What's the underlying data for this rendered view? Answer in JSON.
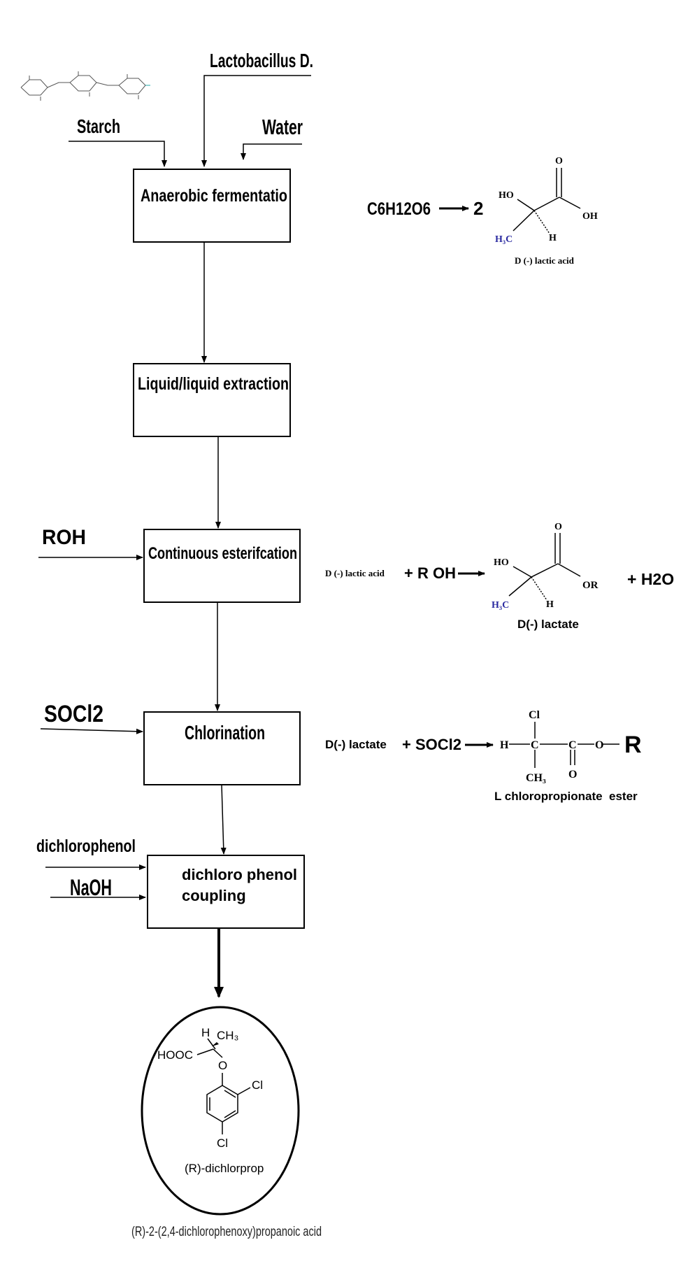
{
  "inputs": {
    "starch": "Starch",
    "lactobacillus": "Lactobacillus D.",
    "water": "Water",
    "roh": "ROH",
    "socl2": "SOCl2",
    "dichlorophenol": "dichlorophenol",
    "naoh": "NaOH"
  },
  "steps": {
    "fermentation": "Anaerobic fermentatio",
    "extraction": "Liquid/liquid extraction",
    "esterification": "Continuous esterifcation",
    "chlorination": "Chlorination",
    "coupling_line1": "dichloro phenol",
    "coupling_line2": "coupling"
  },
  "reaction1": {
    "lhs": "C6H12O6",
    "coef": "2",
    "product": "D (-) lactic acid",
    "atoms": {
      "O": "O",
      "HO": "HO",
      "OH": "OH",
      "H3C": "H₃C",
      "H": "H"
    }
  },
  "reaction2": {
    "reactant": "D (-) lactic acid",
    "plus_roh": "+ R OH",
    "product": "D(-) lactate",
    "byproduct": "+ H2O",
    "atoms": {
      "O": "O",
      "HO": "HO",
      "OR": "OR",
      "H3C": "H₃C",
      "H": "H"
    }
  },
  "reaction3": {
    "reactant": "D(-) lactate",
    "plus_socl2": "+ SOCl2",
    "product": "L chloropropionate  ester",
    "atoms": {
      "Cl": "Cl",
      "H": "H",
      "C": "C",
      "O": "O",
      "CH3": "CH₃",
      "R": "R"
    }
  },
  "final_product": {
    "name": "(R)-dichlorprop",
    "iupac": "(R)-2-(2,4-dichlorophenoxy)propanoic acid",
    "atoms": {
      "H": "H",
      "CH3": "CH₃",
      "HOOC": "HOOC",
      "O": "O",
      "Cl_ortho": "Cl",
      "Cl_para": "Cl"
    }
  }
}
